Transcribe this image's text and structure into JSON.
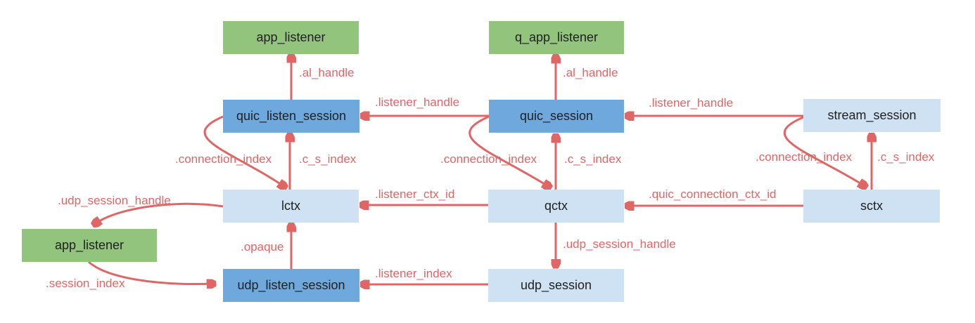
{
  "diagram": {
    "description": "Object reference diagram linking listener/session structures",
    "colors": {
      "green_node": "#93c47d",
      "blue_node": "#6fa8dc",
      "light_blue_node": "#cfe2f3",
      "arrow": "#e06666",
      "node_text": "#212121",
      "background": "#ffffff"
    },
    "nodes": {
      "app_listener_top": {
        "label": "app_listener",
        "color": "green"
      },
      "q_app_listener": {
        "label": "q_app_listener",
        "color": "green"
      },
      "quic_listen_session": {
        "label": "quic_listen_session",
        "color": "blue"
      },
      "quic_session": {
        "label": "quic_session",
        "color": "blue"
      },
      "stream_session": {
        "label": "stream_session",
        "color": "light_blue"
      },
      "lctx": {
        "label": "lctx",
        "color": "light_blue"
      },
      "qctx": {
        "label": "qctx",
        "color": "light_blue"
      },
      "sctx": {
        "label": "sctx",
        "color": "light_blue"
      },
      "app_listener_bottom": {
        "label": "app_listener",
        "color": "green"
      },
      "udp_listen_session": {
        "label": "udp_listen_session",
        "color": "blue"
      },
      "udp_session": {
        "label": "udp_session",
        "color": "light_blue"
      }
    },
    "edges": [
      {
        "from": "quic_listen_session",
        "to": "app_listener_top",
        "label": ".al_handle"
      },
      {
        "from": "quic_session",
        "to": "q_app_listener",
        "label": ".al_handle"
      },
      {
        "from": "quic_session",
        "to": "quic_listen_session",
        "label": ".listener_handle"
      },
      {
        "from": "stream_session",
        "to": "quic_session",
        "label": ".listener_handle"
      },
      {
        "from": "quic_listen_session",
        "to": "lctx",
        "label": ".connection_index"
      },
      {
        "from": "lctx",
        "to": "quic_listen_session",
        "label": ".c_s_index"
      },
      {
        "from": "quic_session",
        "to": "qctx",
        "label": ".connection_index"
      },
      {
        "from": "qctx",
        "to": "quic_session",
        "label": ".c_s_index"
      },
      {
        "from": "stream_session",
        "to": "sctx",
        "label": ".connection_index"
      },
      {
        "from": "sctx",
        "to": "stream_session",
        "label": ".c_s_index"
      },
      {
        "from": "lctx",
        "to": "app_listener_bottom",
        "label": ".udp_session_handle"
      },
      {
        "from": "qctx",
        "to": "lctx",
        "label": ".listener_ctx_id"
      },
      {
        "from": "sctx",
        "to": "qctx",
        "label": ".quic_connection_ctx_id"
      },
      {
        "from": "udp_listen_session",
        "to": "lctx",
        "label": ".opaque"
      },
      {
        "from": "qctx",
        "to": "udp_session",
        "label": ".udp_session_handle"
      },
      {
        "from": "app_listener_bottom",
        "to": "udp_listen_session",
        "label": ".session_index"
      },
      {
        "from": "udp_session",
        "to": "udp_listen_session",
        "label": ".listener_index"
      }
    ]
  }
}
